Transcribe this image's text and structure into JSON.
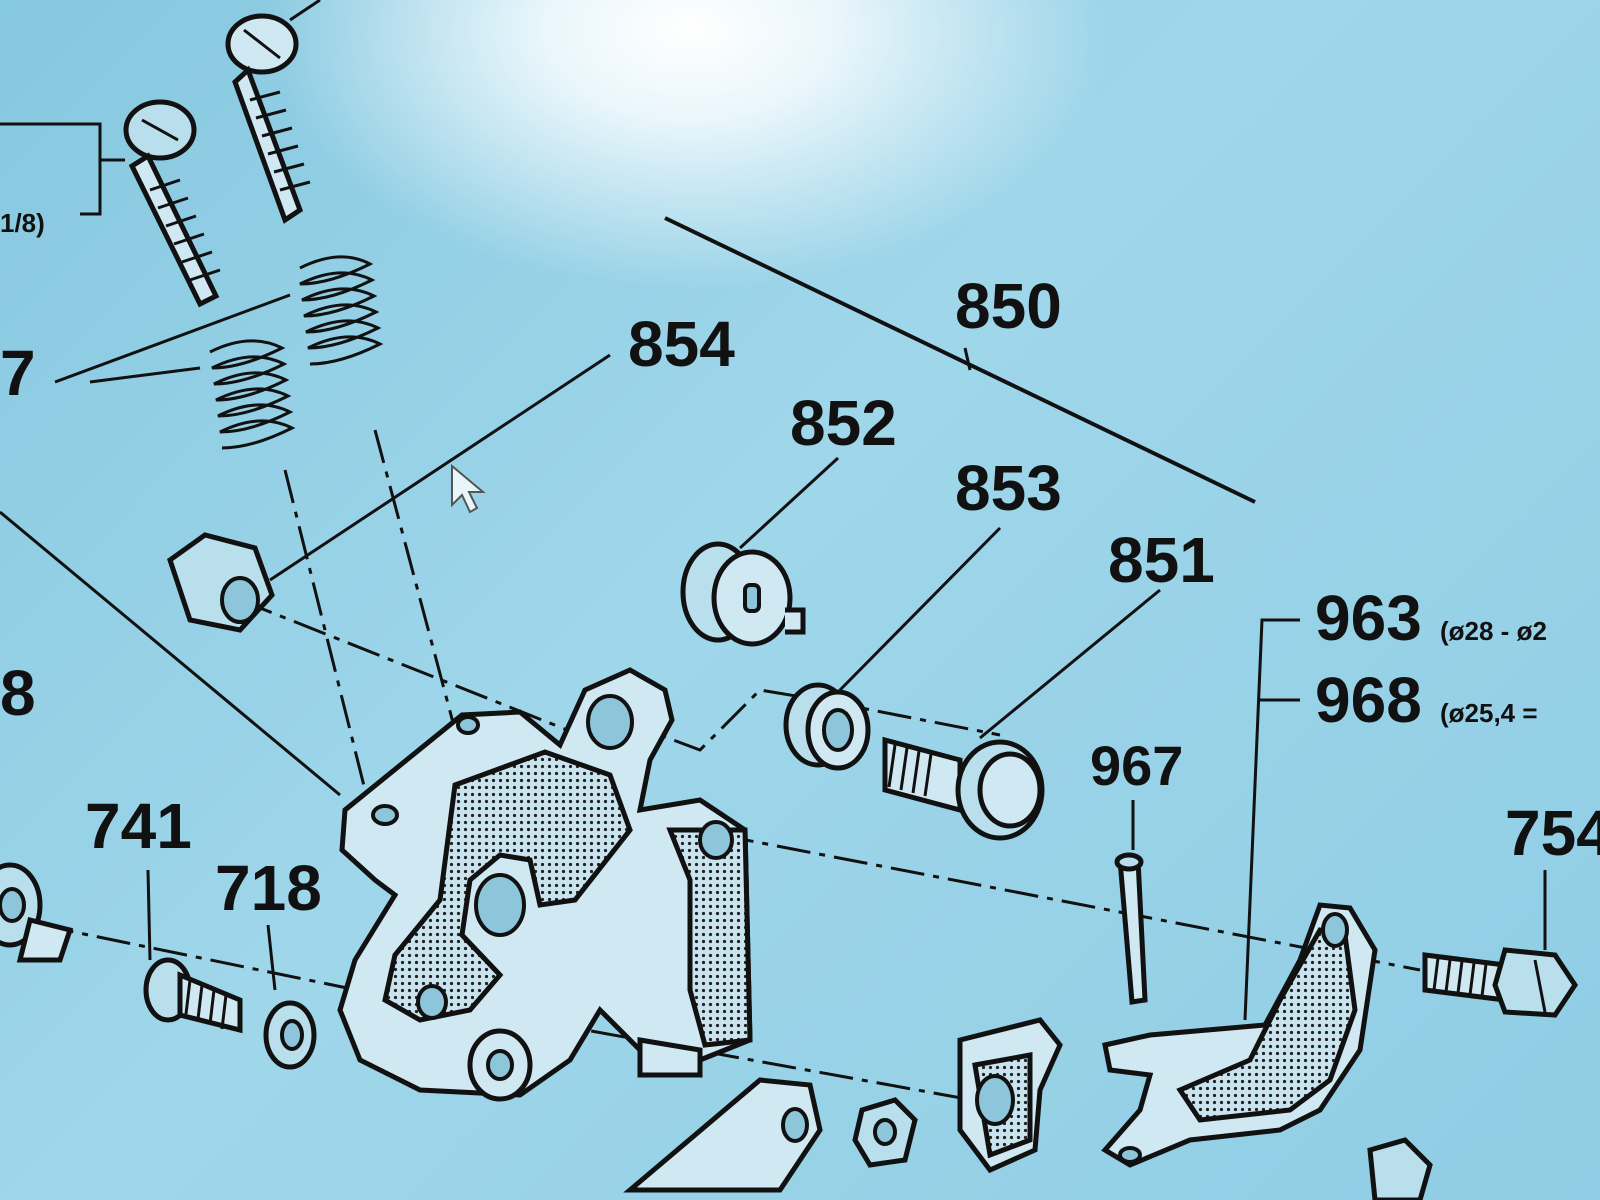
{
  "callouts": {
    "c850": "850",
    "c854": "854",
    "c852": "852",
    "c853": "853",
    "c851": "851",
    "c963": "963",
    "c963_note": "(ø28 - ø2",
    "c968": "968",
    "c968_note": "(ø25,4 =",
    "c967": "967",
    "c754": "754",
    "c741": "741",
    "c718": "718",
    "c_left_fraction": "1/8)",
    "c_left_7": "7",
    "c_left_8": "8"
  },
  "colors": {
    "screen_background": "#9fd6ea",
    "line_color": "#111111"
  }
}
